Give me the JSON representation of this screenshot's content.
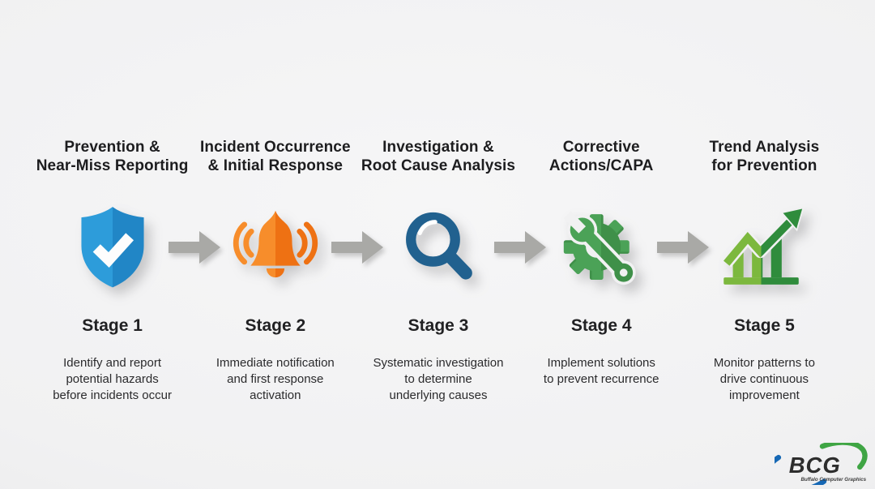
{
  "diagram": {
    "type": "process-flow",
    "stage_count": 5,
    "background_color": "#f1f1f2",
    "text_color": "#1d1d1f"
  },
  "stages": [
    {
      "icon": "shield-check-icon",
      "icon_color": "#2492cf",
      "title": "Prevention &\nNear-Miss Reporting",
      "stage_label": "Stage 1",
      "description": "Identify and report\npotential hazards\nbefore incidents occur"
    },
    {
      "icon": "bell-alert-icon",
      "icon_color": "#f37b1d",
      "title": "Incident Occurrence\n& Initial Response",
      "stage_label": "Stage 2",
      "description": "Immediate notification\nand first response\nactivation"
    },
    {
      "icon": "magnifier-icon",
      "icon_color": "#21618f",
      "title": "Investigation &\nRoot Cause Analysis",
      "stage_label": "Stage 3",
      "description": "Systematic investigation\nto determine\nunderlying causes"
    },
    {
      "icon": "gear-wrench-icon",
      "icon_color": "#45a050",
      "title": "Corrective\nActions/CAPA",
      "stage_label": "Stage 4",
      "description": "Implement solutions\nto prevent recurrence"
    },
    {
      "icon": "trend-chart-icon",
      "icon_color": "#56a73e",
      "title": "Trend Analysis\nfor Prevention",
      "stage_label": "Stage 5",
      "description": "Monitor patterns to\ndrive continuous\nimprovement"
    }
  ],
  "connector": {
    "icon": "arrow-right-icon",
    "color": "#a9a9a6",
    "count": 4
  },
  "logo": {
    "text": "BCG",
    "tagline": "Buffalo Computer Graphics",
    "text_color": "#2d2d2d",
    "swoosh_blue": "#1668b5",
    "swoosh_green": "#3fa544"
  }
}
